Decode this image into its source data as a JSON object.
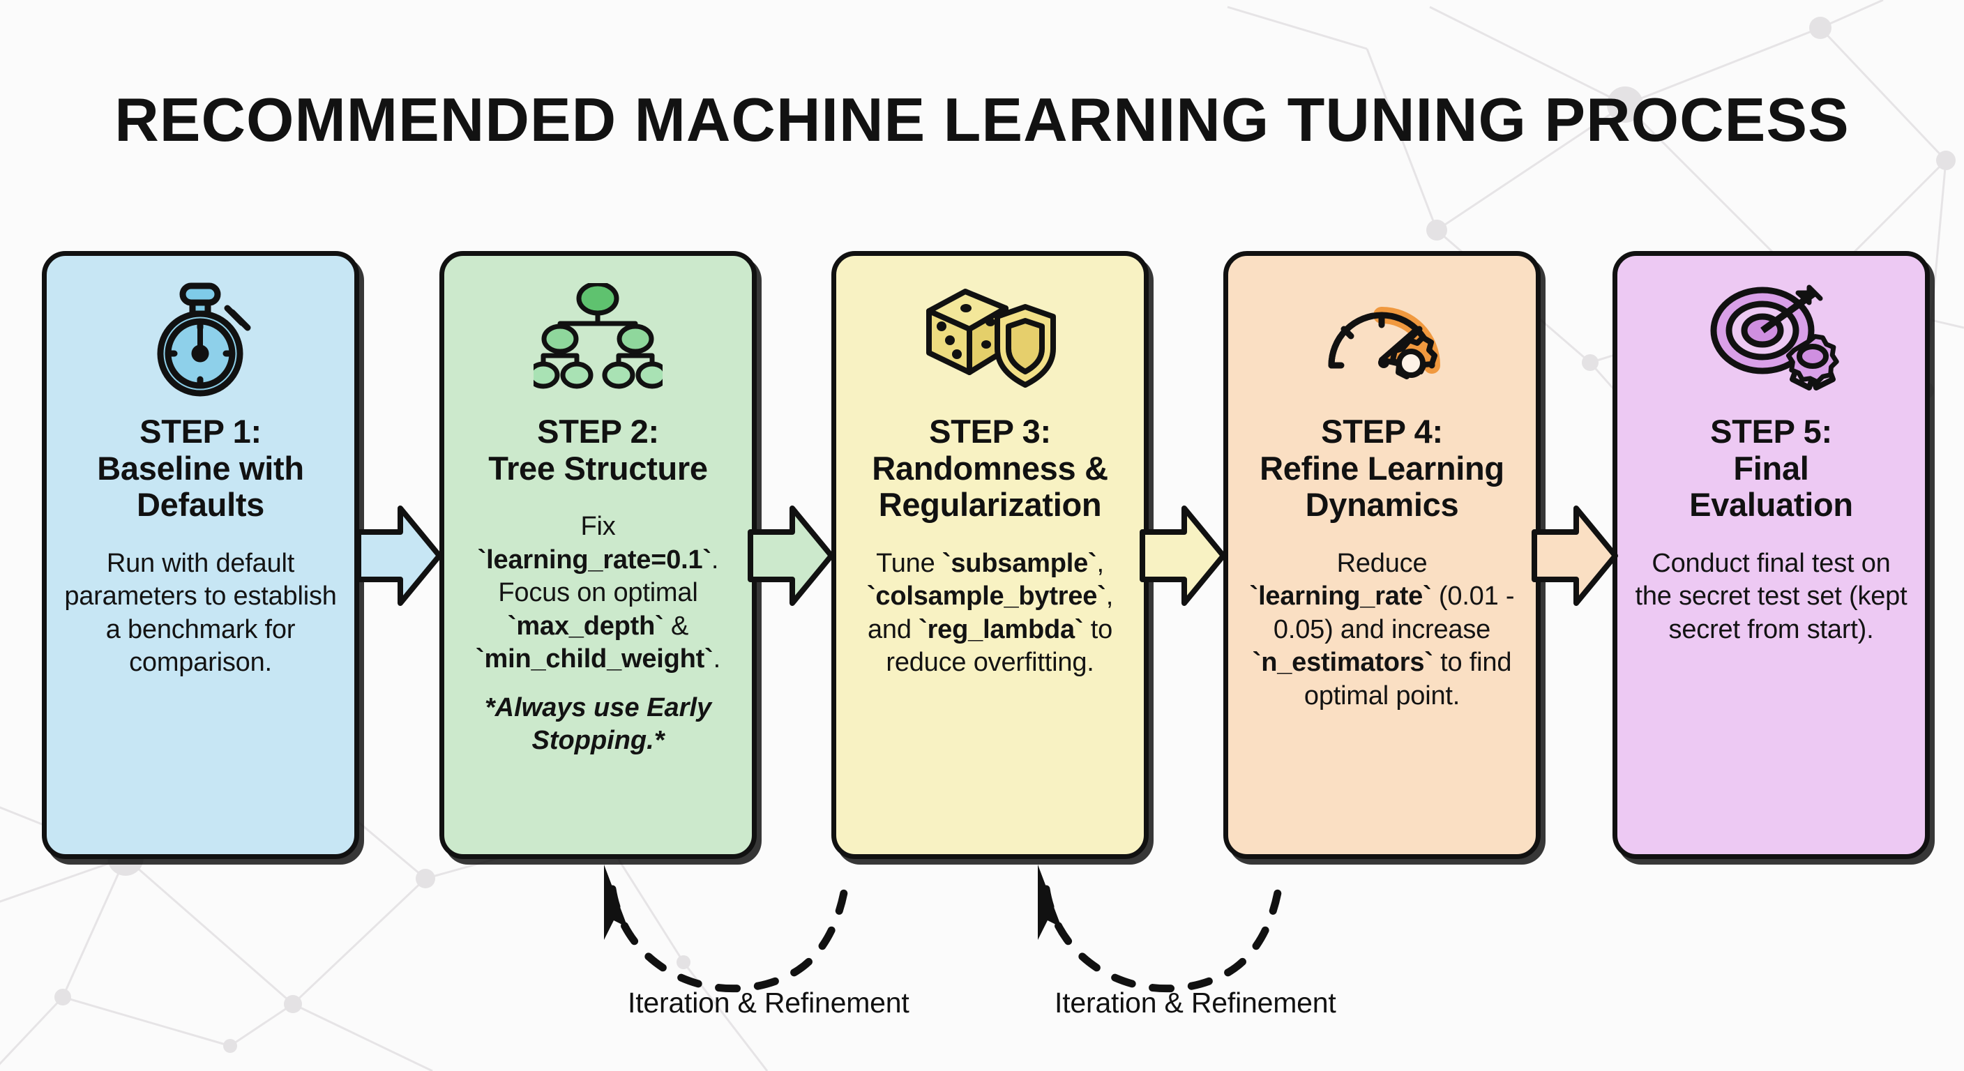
{
  "page": {
    "title": "RECOMMENDED MACHINE LEARNING TUNING PROCESS",
    "background_color": "#fbfbfb",
    "outline_color": "#111111"
  },
  "steps": [
    {
      "icon": "stopwatch-icon",
      "title_line1": "STEP 1:",
      "title_line2": "Baseline with",
      "title_line3": "Defaults",
      "body": "Run with default parameters to establish a benchmark for comparison.",
      "note": "",
      "fill": "#c7e6f4",
      "accent": "#7fcbe8"
    },
    {
      "icon": "decision-tree-icon",
      "title_line1": "STEP 2:",
      "title_line2": "Tree Structure",
      "title_line3": "",
      "body_parts": [
        {
          "text": "Fix ",
          "bold": false
        },
        {
          "text": "`learning_rate=0.1`",
          "bold": true
        },
        {
          "text": ". Focus on optimal ",
          "bold": false
        },
        {
          "text": "`max_depth`",
          "bold": true
        },
        {
          "text": " & ",
          "bold": false
        },
        {
          "text": "`min_child_weight`",
          "bold": true
        },
        {
          "text": ".",
          "bold": false
        }
      ],
      "note": "*Always use Early Stopping.*",
      "fill": "#cce9cc",
      "accent": "#76ca85"
    },
    {
      "icon": "dice-shield-icon",
      "title_line1": "STEP 3:",
      "title_line2": "Randomness &",
      "title_line3": "Regularization",
      "body_parts": [
        {
          "text": "Tune ",
          "bold": false
        },
        {
          "text": "`subsample`",
          "bold": true
        },
        {
          "text": ", ",
          "bold": false
        },
        {
          "text": "`colsample_bytree`",
          "bold": true
        },
        {
          "text": ", and ",
          "bold": false
        },
        {
          "text": "`reg_lambda`",
          "bold": true
        },
        {
          "text": " to reduce overfitting.",
          "bold": false
        }
      ],
      "note": "",
      "fill": "#f8f2c3",
      "accent": "#efd96b"
    },
    {
      "icon": "gauge-gear-icon",
      "title_line1": "STEP 4:",
      "title_line2": "Refine Learning",
      "title_line3": "Dynamics",
      "body_parts": [
        {
          "text": "Reduce ",
          "bold": false
        },
        {
          "text": "`learning_rate`",
          "bold": true
        },
        {
          "text": " (0.01 - 0.05) and increase ",
          "bold": false
        },
        {
          "text": "`n_estimators`",
          "bold": true
        },
        {
          "text": " to find optimal point.",
          "bold": false
        }
      ],
      "note": "",
      "fill": "#fadfc3",
      "accent": "#f0993f"
    },
    {
      "icon": "target-award-icon",
      "title_line1": "STEP 5:",
      "title_line2": "Final",
      "title_line3": "Evaluation",
      "body": "Conduct final test on the secret test set (kept secret from start).",
      "note": "",
      "fill": "#edc9f3",
      "accent": "#c06fd4"
    }
  ],
  "connectors": [
    {
      "name": "arrow-step1-to-step2",
      "fill": "#c7e6f4"
    },
    {
      "name": "arrow-step2-to-step3",
      "fill": "#cce9cc"
    },
    {
      "name": "arrow-step3-to-step4",
      "fill": "#f8f2c3"
    },
    {
      "name": "arrow-step4-to-step5",
      "fill": "#fadfc3"
    }
  ],
  "feedback_loops": [
    {
      "label": "Iteration & Refinement"
    },
    {
      "label": "Iteration & Refinement"
    }
  ]
}
